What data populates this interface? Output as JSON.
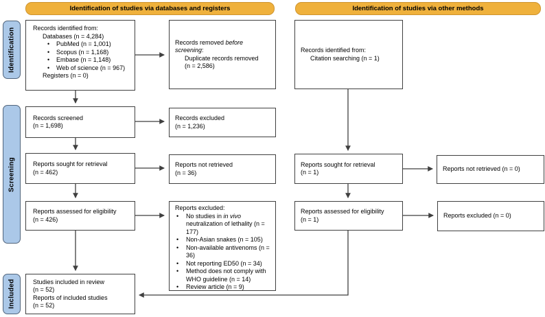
{
  "headers": {
    "databases": "Identification of studies via databases and registers",
    "other": "Identification of studies via other methods"
  },
  "sidebar": {
    "identification": "Identification",
    "screening": "Screening",
    "included": "Included"
  },
  "colors": {
    "header_bg": "#EFB13C",
    "sidebar_bg": "#ABC8E8",
    "box_border": "#3F3F3F",
    "arrow": "#3F3F3F"
  },
  "boxes": {
    "records_identified": {
      "line1": "Records identified from:",
      "line2": "Databases (n = 4,284)",
      "bullets": [
        "PubMed (n = 1,001)",
        "Scopus (n = 1,168)",
        "Embase (n = 1,148)",
        "Web of science (n = 967)"
      ],
      "line3": "Registers (n = 0)"
    },
    "records_removed": {
      "pre": "Records removed ",
      "italic": "before screening",
      "post": ":",
      "line2": "Duplicate records removed",
      "line3": "(n = 2,586)"
    },
    "records_screened": {
      "line1": "Records screened",
      "line2": "(n = 1,698)"
    },
    "records_excluded": {
      "line1": "Records excluded",
      "line2": "(n = 1,236)"
    },
    "reports_sought": {
      "line1": "Reports sought for retrieval",
      "line2": "(n = 462)"
    },
    "reports_not_retrieved": {
      "line1": "Reports not retrieved",
      "line2": "(n = 36)"
    },
    "reports_assessed": {
      "line1": "Reports assessed for eligibility",
      "line2": "(n = 426)"
    },
    "reports_excluded_detail": {
      "title": "Reports excluded:",
      "bullet1_pre": "No studies in ",
      "bullet1_italic": "in vivo",
      "bullet1_post": " neutralization of lethality (n = 177)",
      "bullets": [
        "Non-Asian snakes (n = 105)",
        "Non-available antivenoms (n = 36)",
        "Not reporting ED50 (n = 34)",
        "Method does not comply with WHO guideline (n = 14)",
        "Review article (n = 9)"
      ]
    },
    "included_studies": {
      "line1": "Studies included in review",
      "line2": "(n = 52)",
      "line3": "Reports of included studies",
      "line4": "(n = 52)"
    },
    "citation_identified": {
      "line1": "Records identified from:",
      "line2": "Citation searching (n = 1)"
    },
    "reports_sought_other": {
      "line1": "Reports sought for retrieval",
      "line2": "(n = 1)"
    },
    "reports_not_retrieved_other": {
      "line1": "Reports not retrieved (n = 0)"
    },
    "reports_assessed_other": {
      "line1": "Reports assessed for eligibility",
      "line2": "(n = 1)"
    },
    "reports_excluded_other": {
      "line1": "Reports excluded (n = 0)"
    }
  }
}
